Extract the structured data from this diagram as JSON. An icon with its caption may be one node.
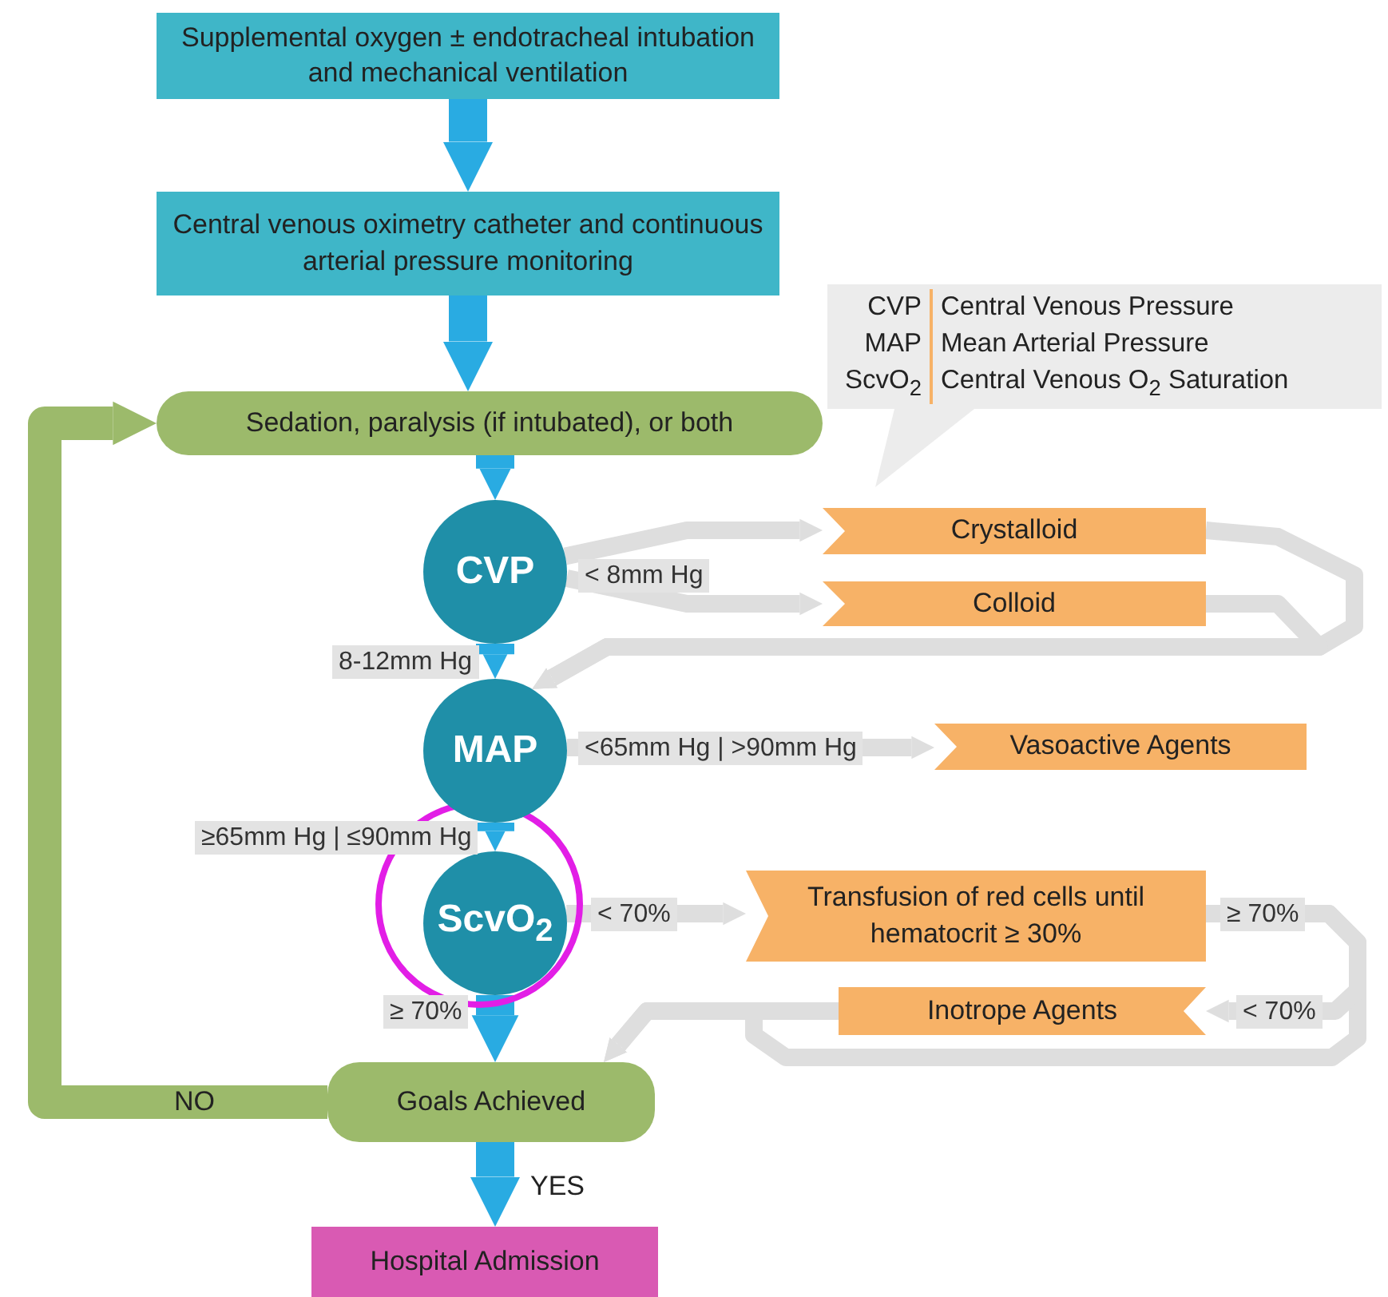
{
  "diagram": {
    "nodes": [
      {
        "text": [
          "Supplemental oxygen ± endotracheal intubation and mechanical ventilation"
        ]
      },
      {
        "text": [
          "Central venous oximetry catheter and continuous arterial pressure monitoring"
        ]
      },
      {
        "text": [
          "CVP",
          "Central Venous Pressure",
          "MAP",
          "Mean Arterial Pressure",
          "ScvO$_{2}$",
          "Central Venous O$_{2}$ Saturation"
        ]
      },
      {
        "text": [
          "Sedation, paralysis (if intubated), or both"
        ]
      },
      {
        "text": [
          "CVP"
        ]
      },
      {
        "text": [
          "Crystalloid"
        ]
      },
      {
        "text": [
          "Colloid"
        ]
      },
      {
        "text": [
          "MAP"
        ]
      },
      {
        "text": [
          "Vasoactive Agents"
        ]
      },
      {
        "text": [
          "ScvO$_{2}$"
        ]
      },
      {
        "text": [
          "Transfusion of red cells until hematocrit ≥ 30%"
        ]
      },
      {
        "text": [
          "Inotrope Agents"
        ]
      },
      {
        "text": [
          "Goals Achieved"
        ]
      },
      {
        "text": [
          "Hospital Admission"
        ]
      }
    ],
    "edges": [
      {
        "from": 0,
        "to": 1,
        "arrow": "to",
        "style": "thick",
        "color": "#29abe2"
      },
      {
        "from": 1,
        "to": 3,
        "arrow": "to",
        "style": "thick",
        "color": "#29abe2"
      },
      {
        "from": 3,
        "to": 4,
        "arrow": "to",
        "style": "thick",
        "color": "#29abe2"
      },
      {
        "from": 4,
        "to": 5,
        "arrow": "to",
        "label": "< 8mm Hg"
      },
      {
        "from": 4,
        "to": 6,
        "arrow": "to"
      },
      {
        "from": 5,
        "to": 7,
        "arrow": "to"
      },
      {
        "from": 6,
        "to": 7,
        "arrow": "to"
      },
      {
        "from": 4,
        "to": 7,
        "arrow": "to",
        "label": "8-12mm Hg",
        "style": "thick",
        "color": "#29abe2"
      },
      {
        "from": 7,
        "to": 8,
        "arrow": "to",
        "label": "<65mm Hg | >90mm Hg"
      },
      {
        "from": 7,
        "to": 9,
        "arrow": "to",
        "label": "≥65mm Hg | ≤90mm Hg",
        "style": "thick",
        "color": "#29abe2"
      },
      {
        "from": 9,
        "to": 10,
        "arrow": "to",
        "label": "< 70%"
      },
      {
        "from": 10,
        "to": 12,
        "arrow": "to",
        "label": "≥ 70%"
      },
      {
        "from": 10,
        "to": 11,
        "arrow": "to",
        "label": "< 70%"
      },
      {
        "from": 11,
        "to": 12,
        "arrow": "to"
      },
      {
        "from": 9,
        "to": 12,
        "arrow": "to",
        "label": "≥ 70%",
        "style": "thick",
        "color": "#29abe2"
      },
      {
        "from": 12,
        "to": 3,
        "arrow": "to",
        "label": "NO",
        "style": "thick",
        "color": "#9cba6b"
      },
      {
        "from": 12,
        "to": 13,
        "arrow": "to",
        "label": "YES",
        "style": "thick",
        "color": "#29abe2"
      }
    ]
  }
}
